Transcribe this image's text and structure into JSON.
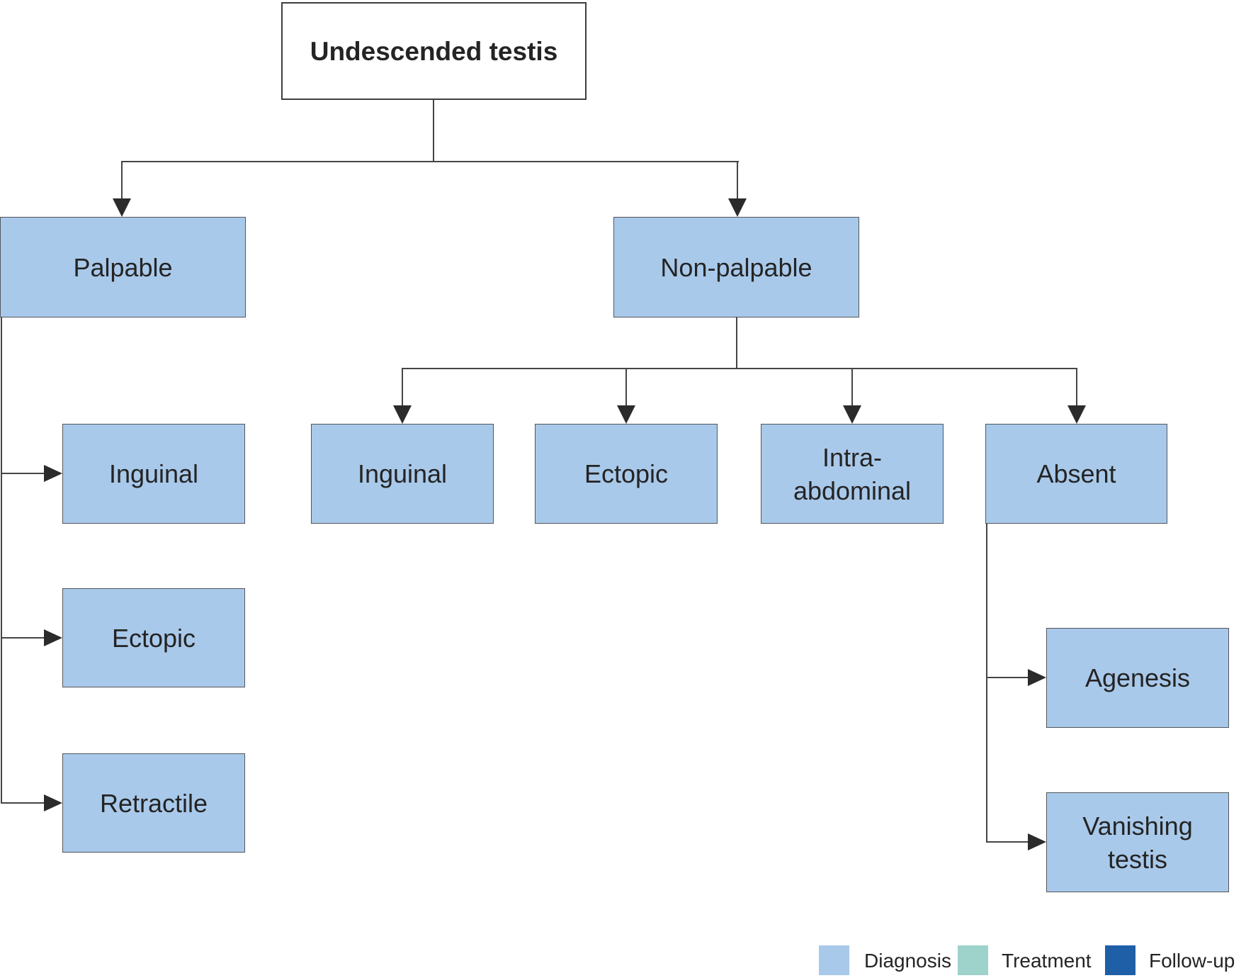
{
  "diagram": {
    "title": "Undescended testis",
    "nodes": {
      "undescended": {
        "label": "Undescended testis"
      },
      "palpable": {
        "label": "Palpable"
      },
      "nonpalpable": {
        "label": "Non-palpable"
      },
      "inguinal_palpable": {
        "label": "Inguinal"
      },
      "ectopic_palpable": {
        "label": "Ectopic"
      },
      "retractile": {
        "label": "Retractile"
      },
      "inguinal_nonpalpable": {
        "label": "Inguinal"
      },
      "ectopic_nonpalpable": {
        "label": "Ectopic"
      },
      "intra_abdominal": {
        "label": "Intra-\nabdominal"
      },
      "absent": {
        "label": "Absent"
      },
      "agenesis": {
        "label": "Agenesis"
      },
      "vanishing_testis": {
        "label": "Vanishing\ntestis"
      }
    },
    "colors": {
      "diagnosis": "#A9C9EA",
      "treatment": "#9DD3CA",
      "followup": "#1E5FA8",
      "line": "#454545",
      "box_border": "#54565B"
    },
    "legend": {
      "items": [
        {
          "label": "Diagnosis",
          "color": "#A9C9EA"
        },
        {
          "label": "Treatment",
          "color": "#9DD3CA"
        },
        {
          "label": "Follow-up",
          "color": "#1E5FA8"
        }
      ]
    }
  }
}
